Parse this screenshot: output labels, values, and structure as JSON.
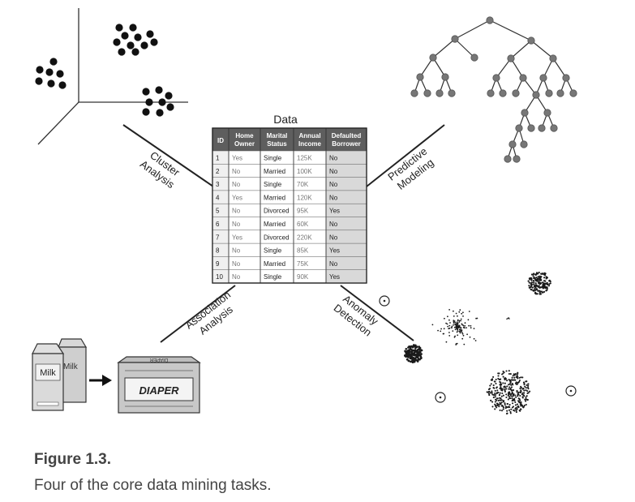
{
  "data_table": {
    "title": "Data",
    "columns": [
      "ID",
      "Home Owner",
      "Marital Status",
      "Annual Income",
      "Defaulted Borrower"
    ],
    "rows": [
      [
        "1",
        "Yes",
        "Single",
        "125K",
        "No"
      ],
      [
        "2",
        "No",
        "Married",
        "100K",
        "No"
      ],
      [
        "3",
        "No",
        "Single",
        "70K",
        "No"
      ],
      [
        "4",
        "Yes",
        "Married",
        "120K",
        "No"
      ],
      [
        "5",
        "No",
        "Divorced",
        "95K",
        "Yes"
      ],
      [
        "6",
        "No",
        "Married",
        "60K",
        "No"
      ],
      [
        "7",
        "Yes",
        "Divorced",
        "220K",
        "No"
      ],
      [
        "8",
        "No",
        "Single",
        "85K",
        "Yes"
      ],
      [
        "9",
        "No",
        "Married",
        "75K",
        "No"
      ],
      [
        "10",
        "No",
        "Single",
        "90K",
        "Yes"
      ]
    ]
  },
  "tasks": {
    "cluster": [
      "Cluster",
      "Analysis"
    ],
    "predictive": [
      "Predictive",
      "Modeling"
    ],
    "association": [
      "Association",
      "Analysis"
    ],
    "anomaly": [
      "Anomaly",
      "Detection"
    ]
  },
  "association_items": {
    "milk_front": "Milk",
    "milk_back": "Milk",
    "diaper_box": "DIAPER",
    "diaper_lid": "DIAPER"
  },
  "caption": {
    "title": "Figure 1.3.",
    "text": "Four of the core data mining tasks."
  }
}
